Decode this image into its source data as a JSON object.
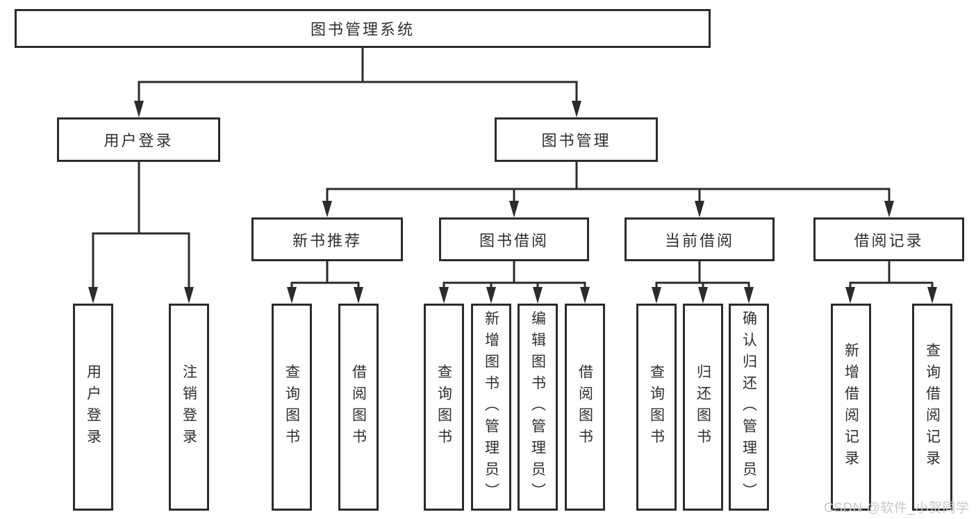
{
  "colors": {
    "line": "#2b2b2b",
    "box_border": "#2b2b2b",
    "text": "#2f2f2f",
    "background": "#ffffff",
    "watermark": "#c9c9c9"
  },
  "watermark": {
    "text": "CSDN @软件_小贺同学"
  },
  "tree": {
    "root": {
      "label": "图书管理系统"
    },
    "branches": [
      {
        "label": "用户登录",
        "children": [
          {
            "label": "用户登录"
          },
          {
            "label": "注销登录"
          }
        ]
      },
      {
        "label": "图书管理",
        "children": [
          {
            "label": "新书推荐",
            "children": [
              {
                "label": "查询图书"
              },
              {
                "label": "借阅图书"
              }
            ]
          },
          {
            "label": "图书借阅",
            "children": [
              {
                "label": "查询图书"
              },
              {
                "label": "新增图书（管理员）"
              },
              {
                "label": "编辑图书（管理员）"
              },
              {
                "label": "借阅图书"
              }
            ]
          },
          {
            "label": "当前借阅",
            "children": [
              {
                "label": "查询图书"
              },
              {
                "label": "归还图书"
              },
              {
                "label": "确认归还（管理员）"
              }
            ]
          },
          {
            "label": "借阅记录",
            "children": [
              {
                "label": "新增借阅记录"
              },
              {
                "label": "查询借阅记录"
              }
            ]
          }
        ]
      }
    ]
  }
}
